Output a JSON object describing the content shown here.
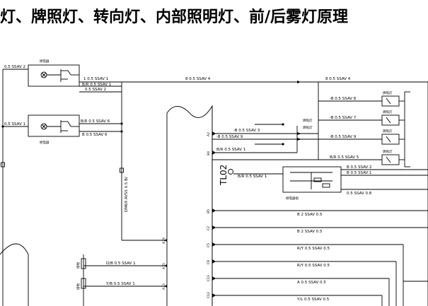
{
  "title": "灯、牌照灯、转向灯、内部照明灯、前/后雾灯原理",
  "connector_tl02": "TL02",
  "relay_labels": {
    "upper_relay": "继电器",
    "lower_relay": "继电器",
    "small_box": "继电器组"
  },
  "wire_labels": {
    "w_upper_left": "0.5 SSAV 2",
    "w_upper_relay_right": "1 0.5 SSAV 1",
    "w_upper_relay_right2": "B/R 0.5 SSAV 1",
    "w_upper_relay_right3": "0.5 SSAV 2",
    "w_top_mid": "8 0.5 SSAV 4",
    "w_top_right": "8 0.5 SSAV 4",
    "w_lower_left": "0.5 SSAV 1",
    "w_lower_relay_right": "B/R 0.5 SSAV 6",
    "w_lower_relay_right2": "B 0.5 SSAV 6",
    "w_vertical": "DM69 AVSS 0.5 B/",
    "w_r1": "-B 0.5 SSAV 8",
    "w_r2": "-B 0.5 SSAV 7",
    "w_r3": "-B 0.5 SSAV 9",
    "w_r4": "B/R 0.5 SSAV 5",
    "w_c1": "-B 0.5 SSAV 3",
    "w_c2": "-B 0.5 SSAV 9",
    "w_c3": "B/R 0.5 SSAV 1",
    "w_tl_a": "B/R 0.5 SSAV 1",
    "w_tl_b": "B 0.5 SSAV 2",
    "w_tl_c": "B 0.5 SSAV 1",
    "w_tl_d": "0.5 SSAV 0.8",
    "w_h1": "B 2 SSAV 0.5",
    "w_h2": "B 2 SSAV 0.5",
    "w_h3": "R/Y 0.5 SSAV 0.5",
    "w_h4": "R/Y 0.5 SSAV 0.5",
    "w_h5": "A 0.5 SSAV 0.5",
    "w_h6": "Y/L 0.5 SSAV 0.5",
    "w_l1": "D/B 0.5 SSAV 1",
    "w_l2": "Y/B 0.5 SSAV 1"
  },
  "component_labels": {
    "lamp1": "牌照灯",
    "lamp2": "牌照灯",
    "lamp3": "牌照灯",
    "lamp4": "牌照灯",
    "lamp5": "牌照灯",
    "lamp6": "牌照灯",
    "side_label1": "接地",
    "side_label2": "接地"
  },
  "pin_labels": [
    "A2",
    "B4",
    "B5",
    "C2",
    "C5",
    "C8",
    "C11",
    "C12",
    "A29",
    "A15",
    "A33"
  ]
}
